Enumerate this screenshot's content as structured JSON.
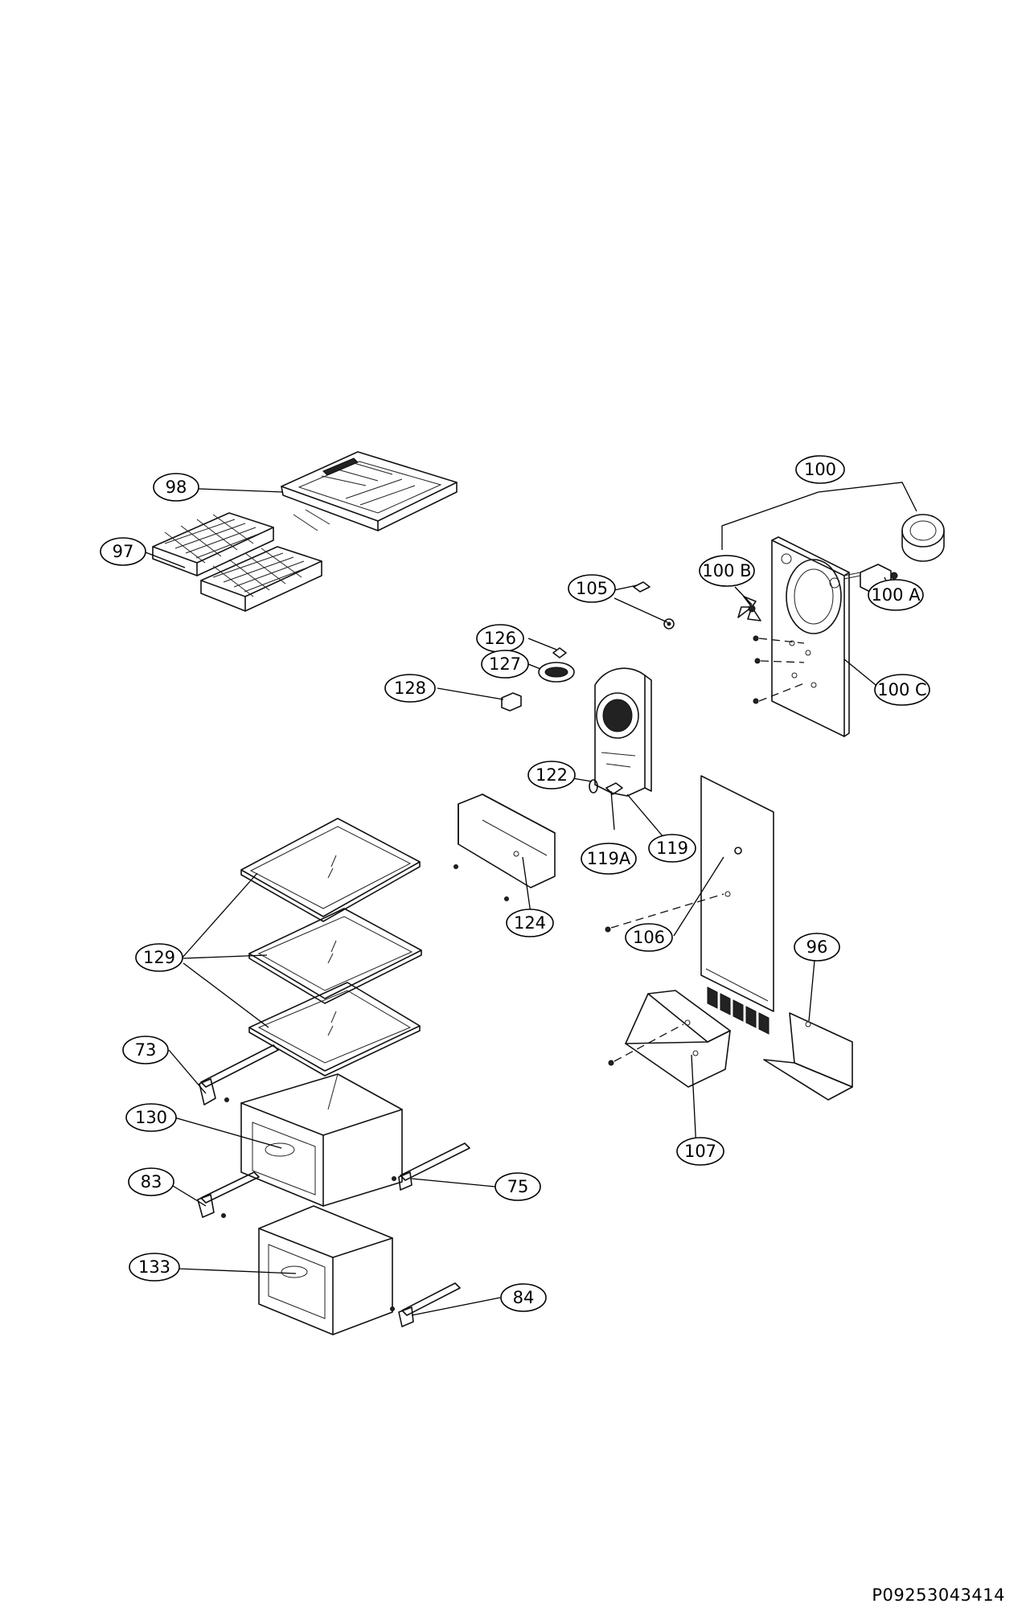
{
  "diagram_id": "P09253043414",
  "labels": {
    "p98": "98",
    "p97": "97",
    "p100": "100",
    "p100b": "100 B",
    "p100a": "100 A",
    "p100c": "100 C",
    "p105": "105",
    "p126": "126",
    "p127": "127",
    "p128": "128",
    "p122": "122",
    "p119a": "119A",
    "p119": "119",
    "p124": "124",
    "p106": "106",
    "p129": "129",
    "p96": "96",
    "p73": "73",
    "p130": "130",
    "p75": "75",
    "p107": "107",
    "p83": "83",
    "p133": "133",
    "p84": "84"
  }
}
